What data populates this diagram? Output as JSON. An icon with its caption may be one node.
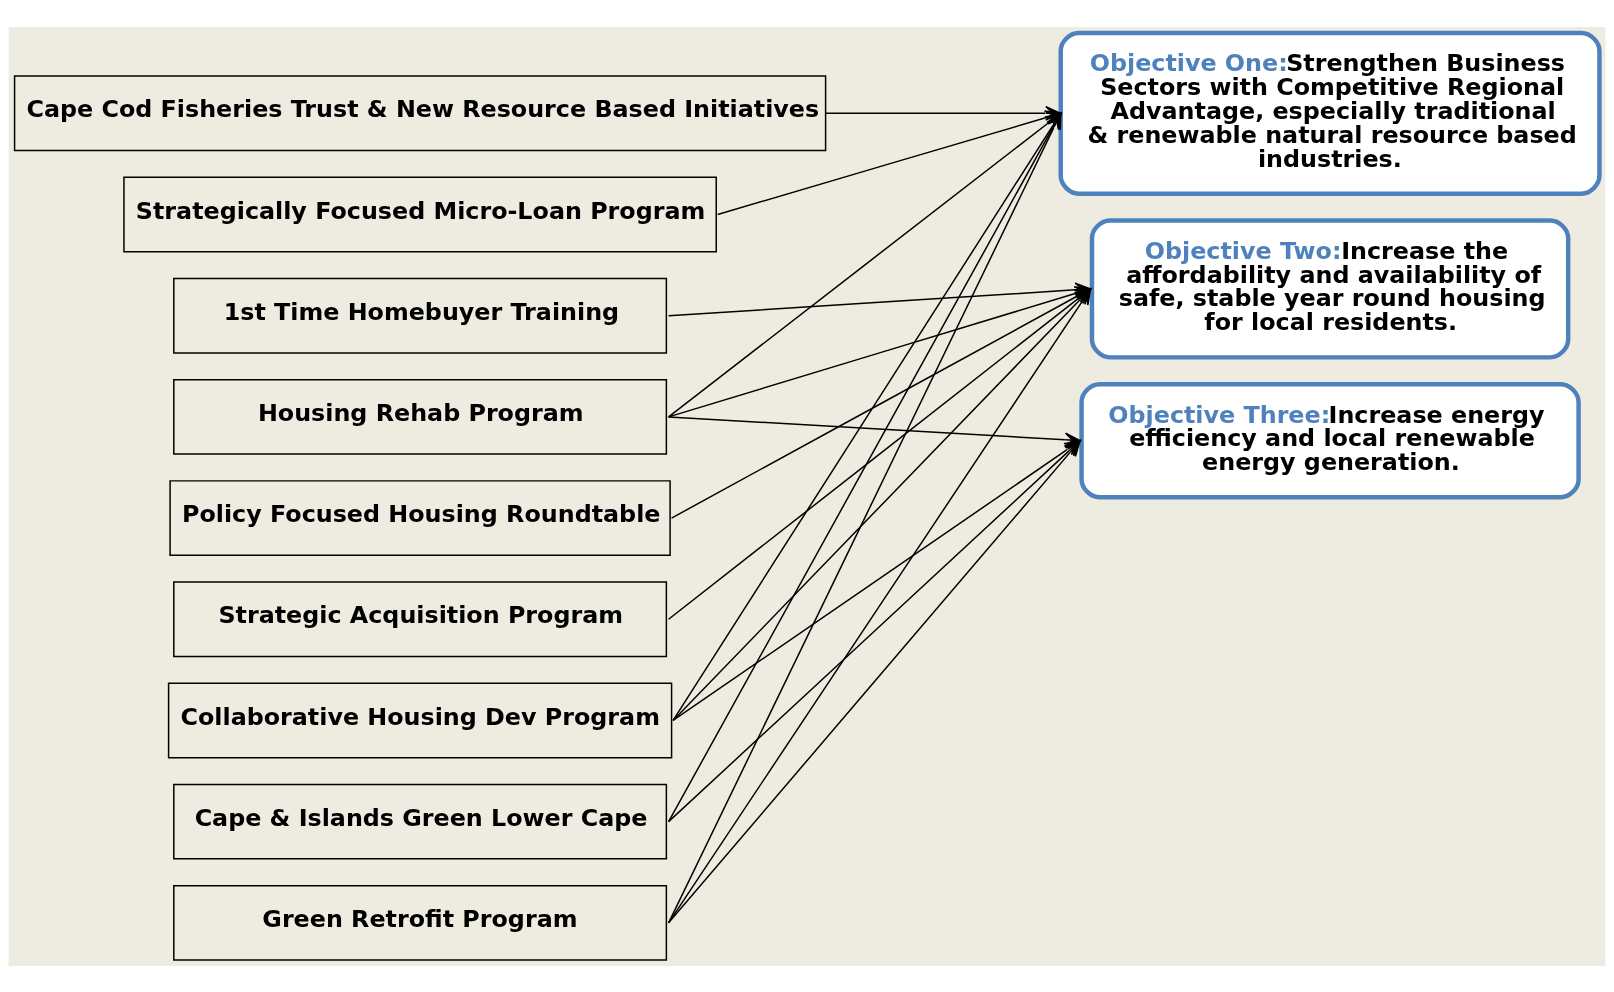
{
  "diagram": {
    "nodes": [
      {
        "text": [
          "Cape Cod Fisheries Trust & New Resource Based Initiatives"
        ]
      },
      {
        "text": [
          "Strategically Focused Micro-Loan Program"
        ]
      },
      {
        "text": [
          "1st Time Homebuyer Training"
        ]
      },
      {
        "text": [
          "Housing Rehab Program"
        ]
      },
      {
        "text": [
          "Policy Focused Housing Roundtable"
        ]
      },
      {
        "text": [
          "Strategic Acquisition Program"
        ]
      },
      {
        "text": [
          "Collaborative Housing Dev Program"
        ]
      },
      {
        "text": [
          "Cape & Islands Green Lower Cape"
        ]
      },
      {
        "text": [
          "Green Retrofit Program"
        ]
      },
      {
        "text": [
          "Objective One:",
          "Strengthen Business Sectors with Competitive Regional Advantage, especially traditional & renewable natural resource based industries."
        ]
      },
      {
        "text": [
          "Objective Two:",
          "Increase the affordability and availability of safe, stable year round housing for local residents."
        ]
      },
      {
        "text": [
          "Objective Three:",
          "Increase energy efficiency and local renewable energy generation."
        ]
      }
    ],
    "edges": [
      {
        "from": 0,
        "to": 9,
        "arrow": "to"
      },
      {
        "from": 1,
        "to": 9,
        "arrow": "to"
      },
      {
        "from": 2,
        "to": 10,
        "arrow": "to"
      },
      {
        "from": 3,
        "to": 9,
        "arrow": "to"
      },
      {
        "from": 3,
        "to": 10,
        "arrow": "to"
      },
      {
        "from": 3,
        "to": 11,
        "arrow": "to"
      },
      {
        "from": 4,
        "to": 10,
        "arrow": "to"
      },
      {
        "from": 5,
        "to": 10,
        "arrow": "to"
      },
      {
        "from": 6,
        "to": 9,
        "arrow": "to"
      },
      {
        "from": 6,
        "to": 10,
        "arrow": "to"
      },
      {
        "from": 6,
        "to": 11,
        "arrow": "to"
      },
      {
        "from": 7,
        "to": 9,
        "arrow": "to"
      },
      {
        "from": 7,
        "to": 11,
        "arrow": "to"
      },
      {
        "from": 8,
        "to": 9,
        "arrow": "to"
      },
      {
        "from": 8,
        "to": 10,
        "arrow": "to"
      },
      {
        "from": 8,
        "to": 11,
        "arrow": "to"
      }
    ]
  }
}
